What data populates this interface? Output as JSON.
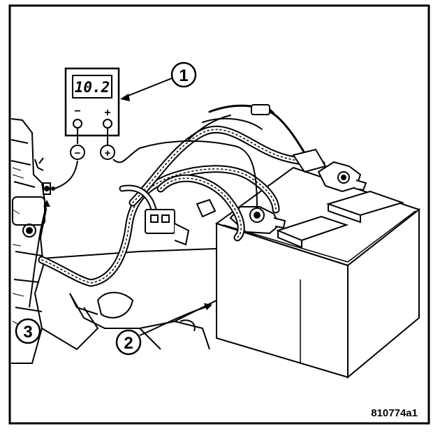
{
  "meter": {
    "display": "10.2",
    "neg_symbol": "−",
    "pos_symbol": "+"
  },
  "probes": {
    "neg_symbol": "−",
    "pos_symbol": "+"
  },
  "callouts": [
    "1",
    "2",
    "3"
  ],
  "figure_code": "810774a1",
  "colors": {
    "ink": "#000000",
    "paper": "#ffffff"
  }
}
